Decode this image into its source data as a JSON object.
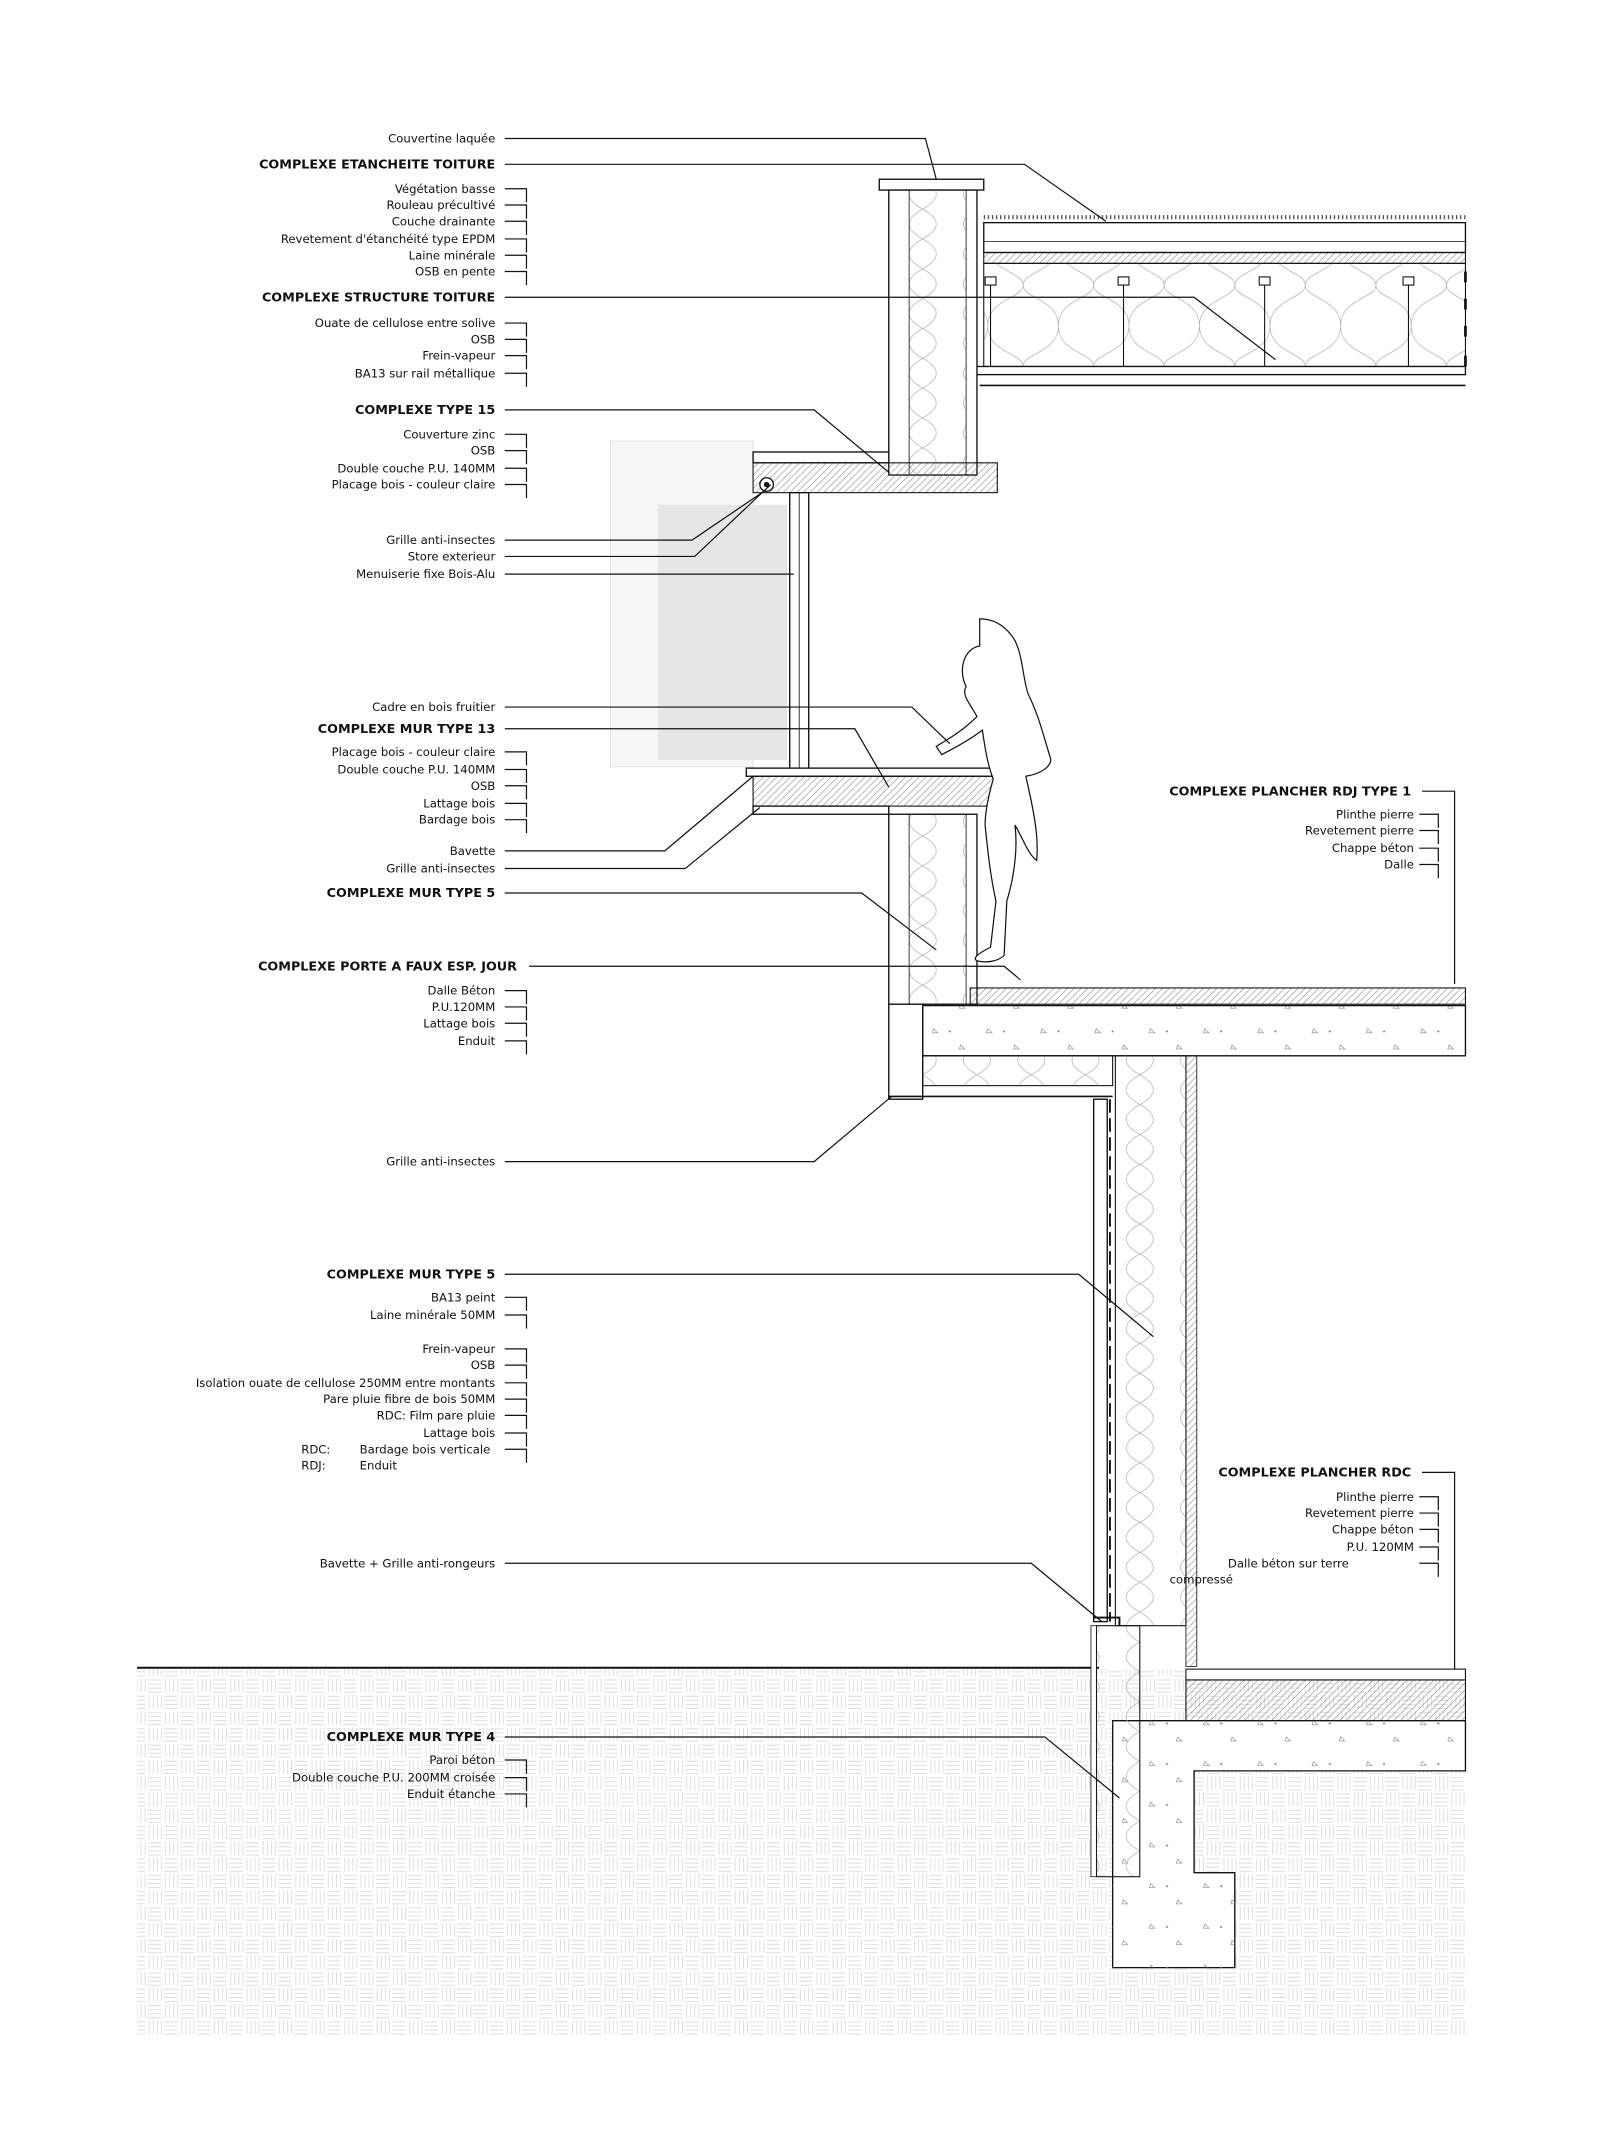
{
  "left_annotations": [
    {
      "text": "Couvertine laquée",
      "type": "item"
    },
    {
      "text": "COMPLEXE ETANCHEITE TOITURE",
      "type": "heading"
    },
    {
      "text": "Végétation basse",
      "type": "item"
    },
    {
      "text": "Rouleau précultivé",
      "type": "item"
    },
    {
      "text": "Couche drainante",
      "type": "item"
    },
    {
      "text": "Revetement d'étanchéité type EPDM",
      "type": "item"
    },
    {
      "text": "Laine minérale",
      "type": "item"
    },
    {
      "text": "OSB en pente",
      "type": "item"
    },
    {
      "text": "COMPLEXE STRUCTURE TOITURE",
      "type": "heading"
    },
    {
      "text": "Ouate de cellulose entre solive",
      "type": "item"
    },
    {
      "text": "OSB",
      "type": "item"
    },
    {
      "text": "Frein-vapeur",
      "type": "item"
    },
    {
      "text": "BA13 sur rail métallique",
      "type": "item"
    },
    {
      "text": "COMPLEXE TYPE 15",
      "type": "heading"
    },
    {
      "text": "Couverture zinc",
      "type": "item"
    },
    {
      "text": "OSB",
      "type": "item"
    },
    {
      "text": "Double couche P.U. 140MM",
      "type": "item"
    },
    {
      "text": "Placage bois - couleur claire",
      "type": "item"
    },
    {
      "text": "Grille anti-insectes",
      "type": "item"
    },
    {
      "text": "Store exterieur",
      "type": "item"
    },
    {
      "text": "Menuiserie fixe Bois-Alu",
      "type": "item"
    },
    {
      "text": "Cadre en bois fruitier",
      "type": "item"
    },
    {
      "text": "COMPLEXE MUR TYPE 13",
      "type": "heading"
    },
    {
      "text": "Placage bois - couleur claire",
      "type": "item"
    },
    {
      "text": "Double couche P.U. 140MM",
      "type": "item"
    },
    {
      "text": "OSB",
      "type": "item"
    },
    {
      "text": "Lattage bois",
      "type": "item"
    },
    {
      "text": "Bardage bois",
      "type": "item"
    },
    {
      "text": "Bavette",
      "type": "item"
    },
    {
      "text": "Grille anti-insectes",
      "type": "item"
    },
    {
      "text": "COMPLEXE MUR TYPE 5",
      "type": "heading"
    },
    {
      "text": "COMPLEXE PORTE A FAUX ESP. JOUR",
      "type": "heading"
    },
    {
      "text": "Dalle Béton",
      "type": "item"
    },
    {
      "text": "P.U.120MM",
      "type": "item"
    },
    {
      "text": "Lattage bois",
      "type": "item"
    },
    {
      "text": "Enduit",
      "type": "item"
    },
    {
      "text": "Grille anti-insectes",
      "type": "item"
    },
    {
      "text": "COMPLEXE MUR TYPE 5",
      "type": "heading"
    },
    {
      "text": "BA13 peint",
      "type": "item"
    },
    {
      "text": "Laine minérale 50MM",
      "type": "item"
    },
    {
      "text": "Frein-vapeur",
      "type": "item"
    },
    {
      "text": "OSB",
      "type": "item"
    },
    {
      "text": "Isolation ouate de cellulose 250MM entre montants",
      "type": "item"
    },
    {
      "text": "Pare pluie fibre de bois 50MM",
      "type": "item"
    },
    {
      "text": "RDC: Film pare pluie",
      "type": "item"
    },
    {
      "text": "Lattage bois",
      "type": "item"
    },
    {
      "text": "Bardage bois verticale",
      "prefix": "RDC:",
      "type": "item"
    },
    {
      "text": "Enduit",
      "prefix": "RDJ:",
      "type": "item"
    },
    {
      "text": "Bavette + Grille anti-rongeurs",
      "type": "item"
    },
    {
      "text": "COMPLEXE MUR TYPE 4",
      "type": "heading"
    },
    {
      "text": "Paroi béton",
      "type": "item"
    },
    {
      "text": "Double couche P.U. 200MM croisée",
      "type": "item"
    },
    {
      "text": "Enduit étanche",
      "type": "item"
    }
  ],
  "right_annotations": [
    {
      "text": "COMPLEXE PLANCHER RDJ TYPE 1",
      "type": "heading"
    },
    {
      "text": "Plinthe pierre",
      "type": "item"
    },
    {
      "text": "Revetement pierre",
      "type": "item"
    },
    {
      "text": "Chappe béton",
      "type": "item"
    },
    {
      "text": "Dalle",
      "type": "item"
    },
    {
      "text": "COMPLEXE PLANCHER RDC",
      "type": "heading"
    },
    {
      "text": "Plinthe pierre",
      "type": "item"
    },
    {
      "text": "Revetement pierre",
      "type": "item"
    },
    {
      "text": "Chappe béton",
      "type": "item"
    },
    {
      "text": "P.U. 120MM",
      "type": "item"
    },
    {
      "text": "Dalle béton sur terre",
      "type": "item"
    },
    {
      "text": "compressé",
      "type": "item"
    }
  ],
  "colors": {
    "line": "#111111",
    "ground_hatch": "#e2e2e2",
    "glass": "#e6e6e6",
    "vegetation": "#555555"
  }
}
